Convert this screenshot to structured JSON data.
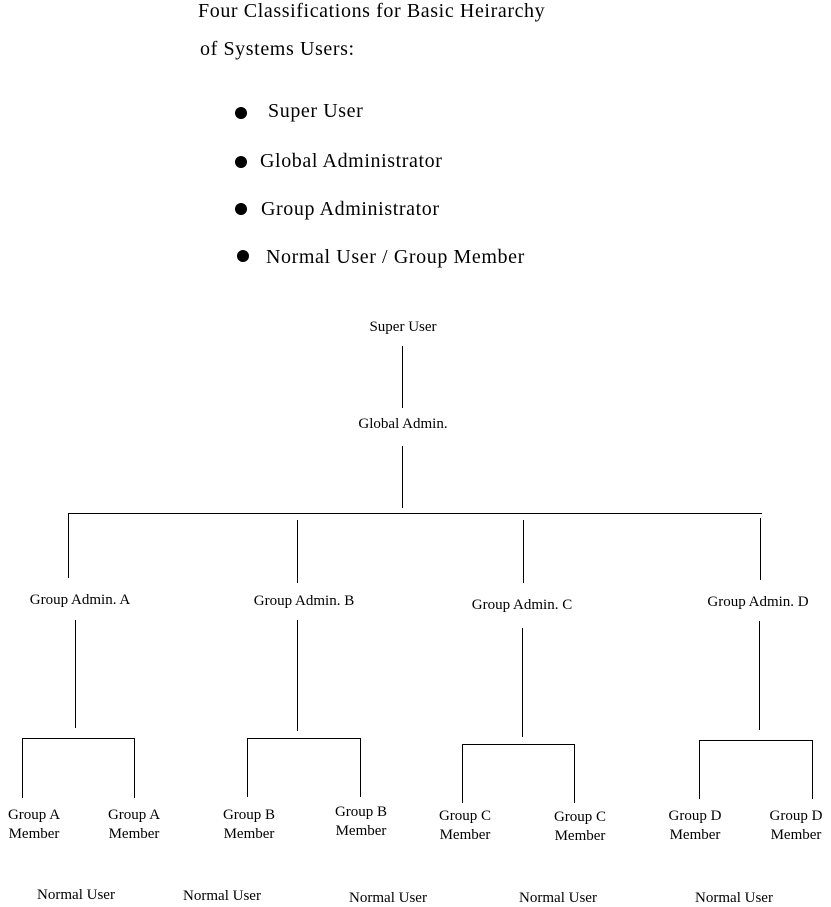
{
  "heading": {
    "line1": "Four Classifications for Basic Heirarchy",
    "line2": "of Systems Users:"
  },
  "classifications": [
    "Super User",
    "Global Administrator",
    "Group Administrator",
    "Normal User / Group Member"
  ],
  "tree": {
    "root": "Super User",
    "global": "Global Admin.",
    "group_admins": [
      "Group Admin. A",
      "Group Admin. B",
      "Group Admin. C",
      "Group Admin. D"
    ],
    "members": [
      {
        "line1": "Group A",
        "line2": "Member"
      },
      {
        "line1": "Group A",
        "line2": "Member"
      },
      {
        "line1": "Group B",
        "line2": "Member"
      },
      {
        "line1": "Group B",
        "line2": "Member"
      },
      {
        "line1": "Group C",
        "line2": "Member"
      },
      {
        "line1": "Group C",
        "line2": "Member"
      },
      {
        "line1": "Group D",
        "line2": "Member"
      },
      {
        "line1": "Group D",
        "line2": "Member"
      }
    ],
    "normal_user_labels": [
      "Normal User",
      "Normal User",
      "Normal User",
      "Normal User",
      "Normal User"
    ]
  }
}
